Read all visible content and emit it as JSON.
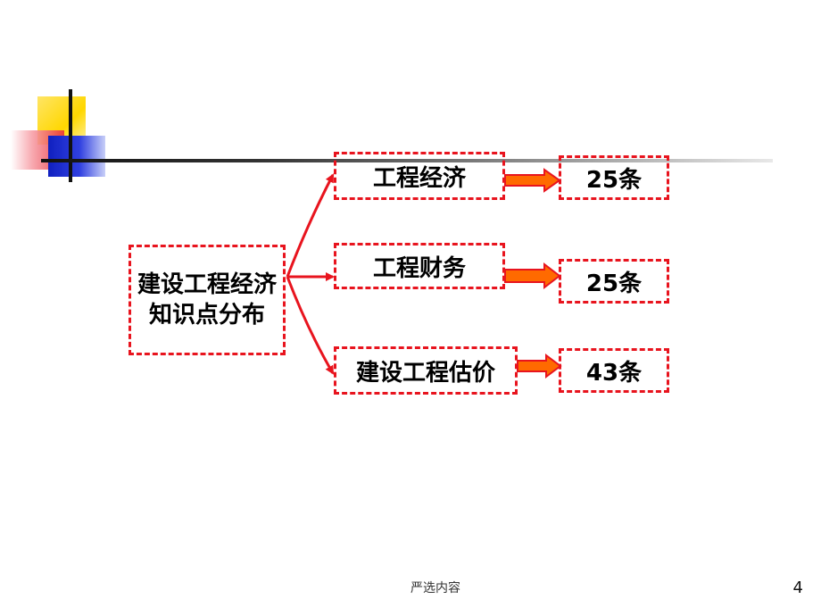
{
  "diagram": {
    "root": {
      "label": "建设工程经济知识点分布"
    },
    "branches": [
      {
        "label": "工程经济",
        "count": "25条"
      },
      {
        "label": "工程财务",
        "count": "25条"
      },
      {
        "label": "建设工程估价",
        "count": "43条"
      }
    ]
  },
  "footer": {
    "text": "严选内容",
    "page_number": "4"
  },
  "colors": {
    "border": "#e8141e",
    "arrow_fill": "#ff6a00",
    "arrow_outline": "#e8141e"
  }
}
